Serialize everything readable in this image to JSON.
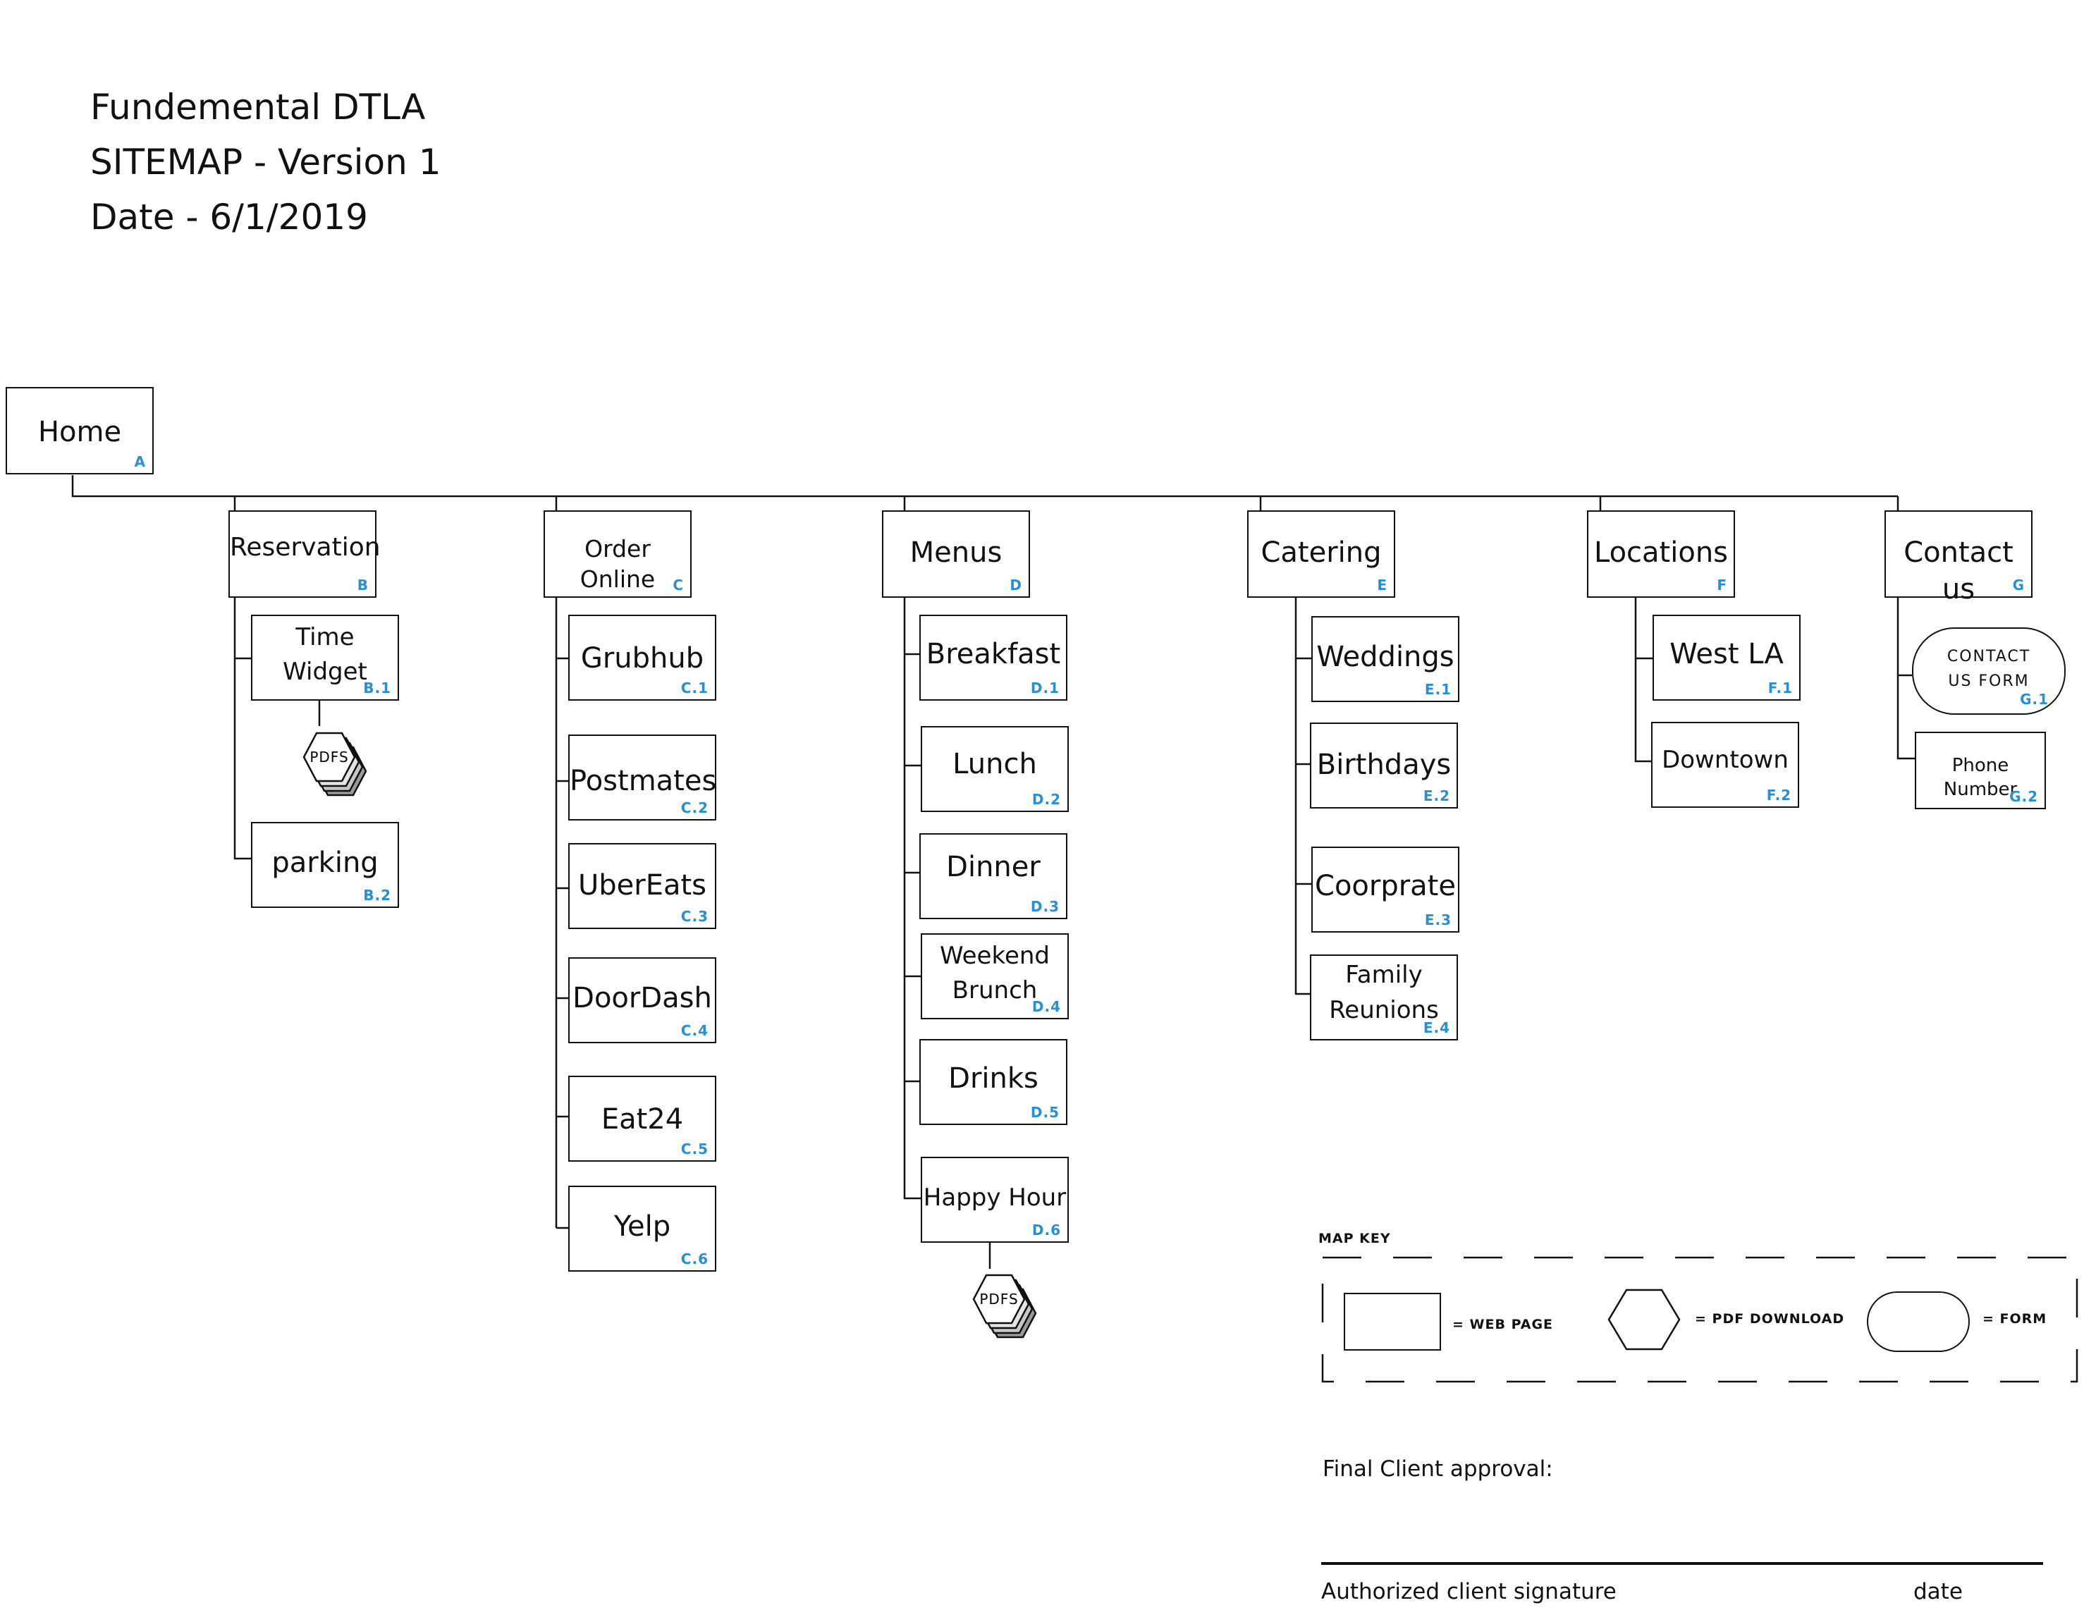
{
  "header": {
    "project": "Fundemental DTLA",
    "sitemap": "SITEMAP - Version 1",
    "date": "Date - 6/1/2019"
  },
  "colors": {
    "code": "#2a8fd0",
    "line": "#111111"
  },
  "home": {
    "label": "Home",
    "code": "A"
  },
  "sections": [
    {
      "id": "reservation",
      "label": "Reservation",
      "code": "B",
      "children": [
        {
          "label": "Time\nWidget",
          "code": "B.1",
          "pdf": "PDFS"
        },
        {
          "label": "parking",
          "code": "B.2"
        }
      ]
    },
    {
      "id": "order-online",
      "label": "Order Online",
      "code": "C",
      "children": [
        {
          "label": "Grubhub",
          "code": "C.1"
        },
        {
          "label": "Postmates",
          "code": "C.2"
        },
        {
          "label": "UberEats",
          "code": "C.3"
        },
        {
          "label": "DoorDash",
          "code": "C.4"
        },
        {
          "label": "Eat24",
          "code": "C.5"
        },
        {
          "label": "Yelp",
          "code": "C.6"
        }
      ]
    },
    {
      "id": "menus",
      "label": "Menus",
      "code": "D",
      "children": [
        {
          "label": "Breakfast",
          "code": "D.1"
        },
        {
          "label": "Lunch",
          "code": "D.2"
        },
        {
          "label": "Dinner",
          "code": "D.3"
        },
        {
          "label": "Weekend\nBrunch",
          "code": "D.4"
        },
        {
          "label": "Drinks",
          "code": "D.5"
        },
        {
          "label": "Happy Hour",
          "code": "D.6",
          "pdf": "PDFS"
        }
      ]
    },
    {
      "id": "catering",
      "label": "Catering",
      "code": "E",
      "children": [
        {
          "label": "Weddings",
          "code": "E.1"
        },
        {
          "label": "Birthdays",
          "code": "E.2"
        },
        {
          "label": "Coorprate",
          "code": "E.3"
        },
        {
          "label": "Family\nReunions",
          "code": "E.4"
        }
      ]
    },
    {
      "id": "locations",
      "label": "Locations",
      "code": "F",
      "children": [
        {
          "label": "West LA",
          "code": "F.1"
        },
        {
          "label": "Downtown",
          "code": "F.2"
        }
      ]
    },
    {
      "id": "contact",
      "label": "Contact us",
      "code": "G",
      "children": [
        {
          "label": "CONTACT\nUS FORM",
          "code": "G.1",
          "kind": "form"
        },
        {
          "label": "Phone Number",
          "code": "G.2"
        }
      ]
    }
  ],
  "map_key": {
    "title": "MAP KEY",
    "web_page": "= WEB PAGE",
    "pdf_download": "= PDF DOWNLOAD",
    "form": "= FORM"
  },
  "approval": {
    "final": "Final Client approval:",
    "signature": "Authorized client signature",
    "date": "date"
  }
}
